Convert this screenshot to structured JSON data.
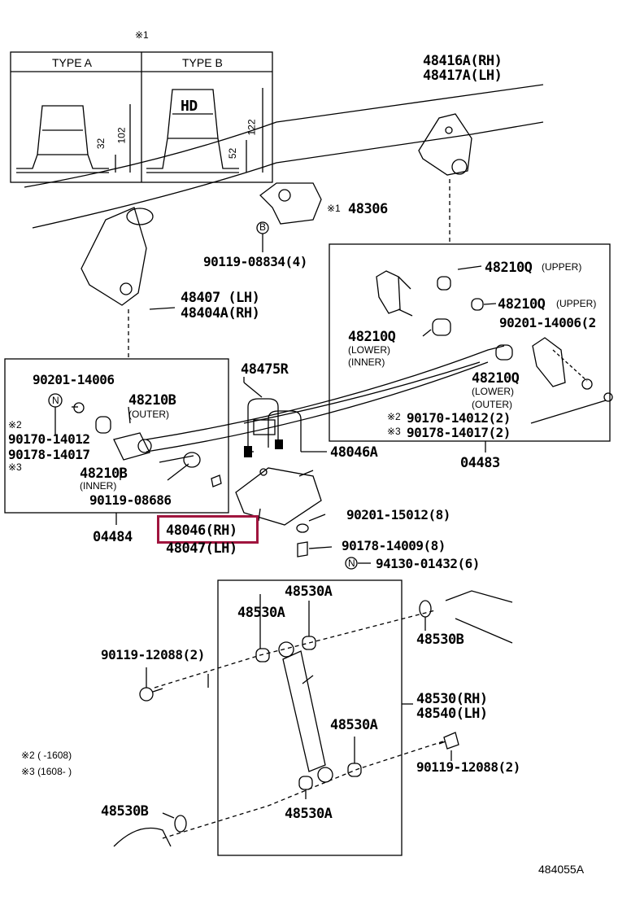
{
  "note1": "※1",
  "type_table": {
    "type_a": "TYPE A",
    "type_b": "TYPE B",
    "a_dim_low": "32",
    "a_dim_high": "102",
    "b_mark": "HD",
    "b_dim_low": "52",
    "b_dim_high": "122"
  },
  "parts": {
    "p48416a": "48416A(RH)",
    "p48417a": "48417A(LH)",
    "p48306": "48306",
    "mark_306": "※1",
    "bolt_b": "B",
    "p90119_08834": "90119-08834(4)",
    "p48407": "48407 (LH)",
    "p48404a": "48404A(RH)",
    "p48210q_upper1": "48210Q",
    "p48210q_upper1_note": "(UPPER)",
    "p48210q_upper2": "48210Q",
    "p48210q_upper2_note": "(UPPER)",
    "p48210q_lower_inner": "48210Q",
    "p48210q_lower_inner_note1": "(LOWER)",
    "p48210q_lower_inner_note2": "(INNER)",
    "p90201_14006_right": "90201-14006(2",
    "p48210q_lower_outer": "48210Q",
    "p48210q_lower_outer_note1": "(LOWER)",
    "p48210q_lower_outer_note2": "(OUTER)",
    "mark2_right": "※2",
    "p90170_14012_right": "90170-14012(2)",
    "mark3_right": "※3",
    "p90178_14017_right": "90178-14017(2)",
    "p04483": "04483",
    "p90201_14006_left": "90201-14006",
    "n_mark": "N",
    "p48210b_outer": "48210B",
    "p48210b_outer_note": "(OUTER)",
    "mark2_left": "※2",
    "p90170_14012_left": "90170-14012",
    "p90178_14017_left": "90178-14017",
    "mark3_left": "※3",
    "p48210b_inner": "48210B",
    "p48210b_inner_note": "(INNER)",
    "p90119_08686": "90119-08686",
    "p04484": "04484",
    "p48475r": "48475R",
    "p48046a": "48046A",
    "p48046_rh": "48046(RH)",
    "p48047_lh": "48047(LH)",
    "p90201_15012": "90201-15012(8)",
    "p90178_14009": "90178-14009(8)",
    "n_mark2": "N",
    "p94130_01432": "94130-01432(6)",
    "p48530a_top": "48530A",
    "p48530a_left": "48530A",
    "p48530b_top": "48530B",
    "p90119_12088_left": "90119-12088(2)",
    "p48530_rh": "48530(RH)",
    "p48540_lh": "48540(LH)",
    "p48530a_mid": "48530A",
    "p90119_12088_right": "90119-12088(2)",
    "p48530b_bottom": "48530B",
    "p48530a_bottom": "48530A"
  },
  "footnotes": {
    "note2": "※2 (      -1608)",
    "note3": "※3 (1608-      )"
  },
  "diagram_id": "484055A",
  "highlight_color": "#a0153e"
}
